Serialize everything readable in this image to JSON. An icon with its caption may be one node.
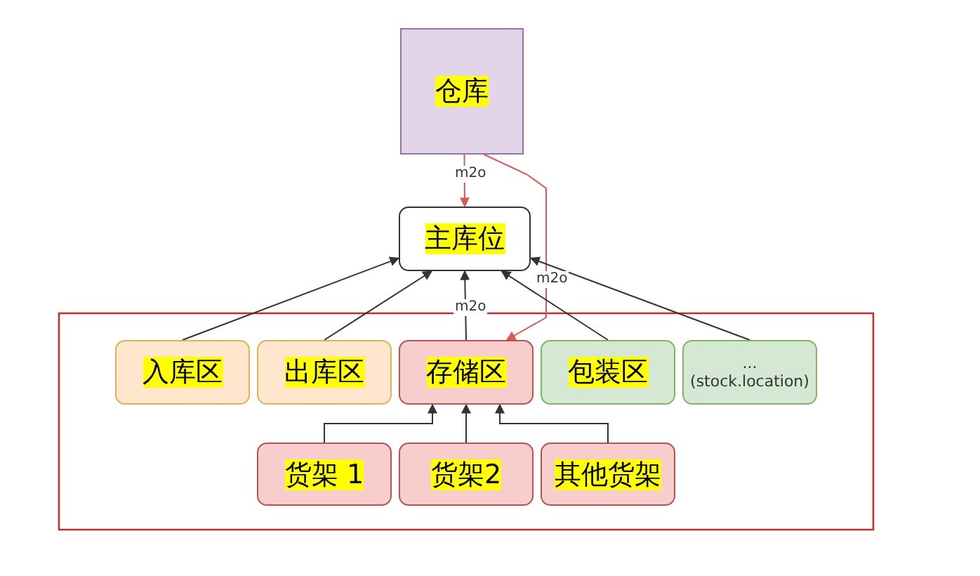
{
  "diagram": {
    "nodes": [
      {
        "text": [
          "仓库"
        ]
      },
      {
        "text": [
          "主库位"
        ]
      },
      {
        "text": [
          "入库区"
        ]
      },
      {
        "text": [
          "出库区"
        ]
      },
      {
        "text": [
          "存储区"
        ]
      },
      {
        "text": [
          "包装区"
        ]
      },
      {
        "text": [
          "... (stock.location)"
        ]
      },
      {
        "text": [
          "货架 1"
        ]
      },
      {
        "text": [
          "货架2"
        ]
      },
      {
        "text": [
          "其他货架"
        ]
      }
    ],
    "edges": [
      {
        "from": 0,
        "to": 1,
        "arrow": "to",
        "label": "m2o",
        "color": "#e05555"
      },
      {
        "from": 0,
        "to": 4,
        "arrow": "to",
        "label": "m2o",
        "color": "#e05555"
      },
      {
        "from": 2,
        "to": 1,
        "arrow": "to"
      },
      {
        "from": 3,
        "to": 1,
        "arrow": "to"
      },
      {
        "from": 4,
        "to": 1,
        "arrow": "to",
        "label": "m2o"
      },
      {
        "from": 5,
        "to": 1,
        "arrow": "to"
      },
      {
        "from": 6,
        "to": 1,
        "arrow": "to"
      },
      {
        "from": 7,
        "to": 4,
        "arrow": "to"
      },
      {
        "from": 8,
        "to": 4,
        "arrow": "to"
      },
      {
        "from": 9,
        "to": 4,
        "arrow": "to"
      }
    ]
  }
}
